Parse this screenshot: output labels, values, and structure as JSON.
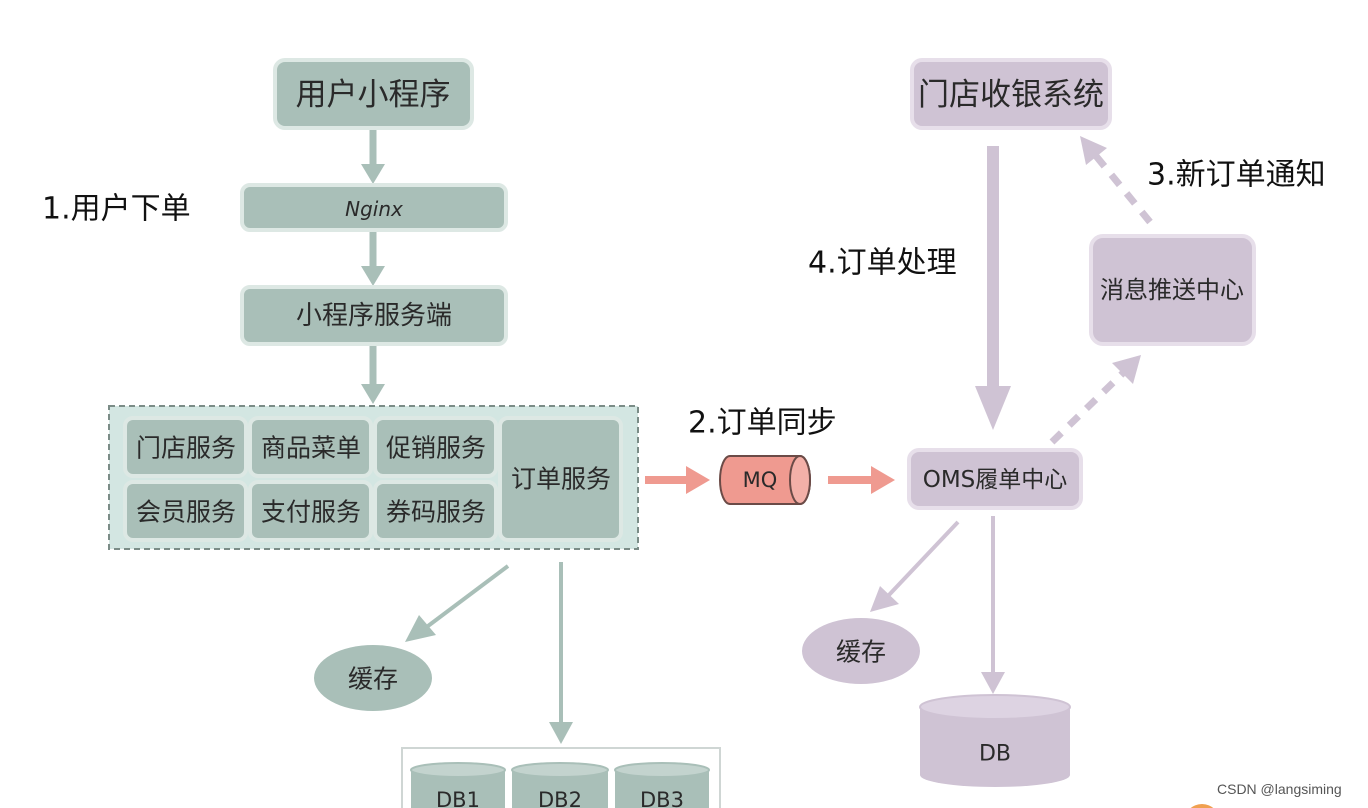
{
  "labels": {
    "step1": "1.用户下单",
    "step2": "2.订单同步",
    "step3": "3.新订单通知",
    "step4": "4.订单处理"
  },
  "left": {
    "mini_program": "用户小程序",
    "nginx": "Nginx",
    "mp_server": "小程序服务端",
    "services": {
      "store": "门店服务",
      "goods_menu": "商品菜单",
      "promotion": "促销服务",
      "member": "会员服务",
      "payment": "支付服务",
      "coupon": "券码服务",
      "order": "订单服务"
    },
    "cache": "缓存",
    "db1": "DB1",
    "db2": "DB2",
    "db3": "DB3"
  },
  "mq": "MQ",
  "right": {
    "pos_system": "门店收银系统",
    "push_center": "消息推送中心",
    "oms": "OMS履单中心",
    "cache": "缓存",
    "db": "DB"
  },
  "watermark": "CSDN @langsiming",
  "colors": {
    "green": "#a9bfb8",
    "green_group": "#d3e6e2",
    "purple": "#cfc3d4",
    "red": "#ef9a90",
    "orange": "#f0a050"
  }
}
